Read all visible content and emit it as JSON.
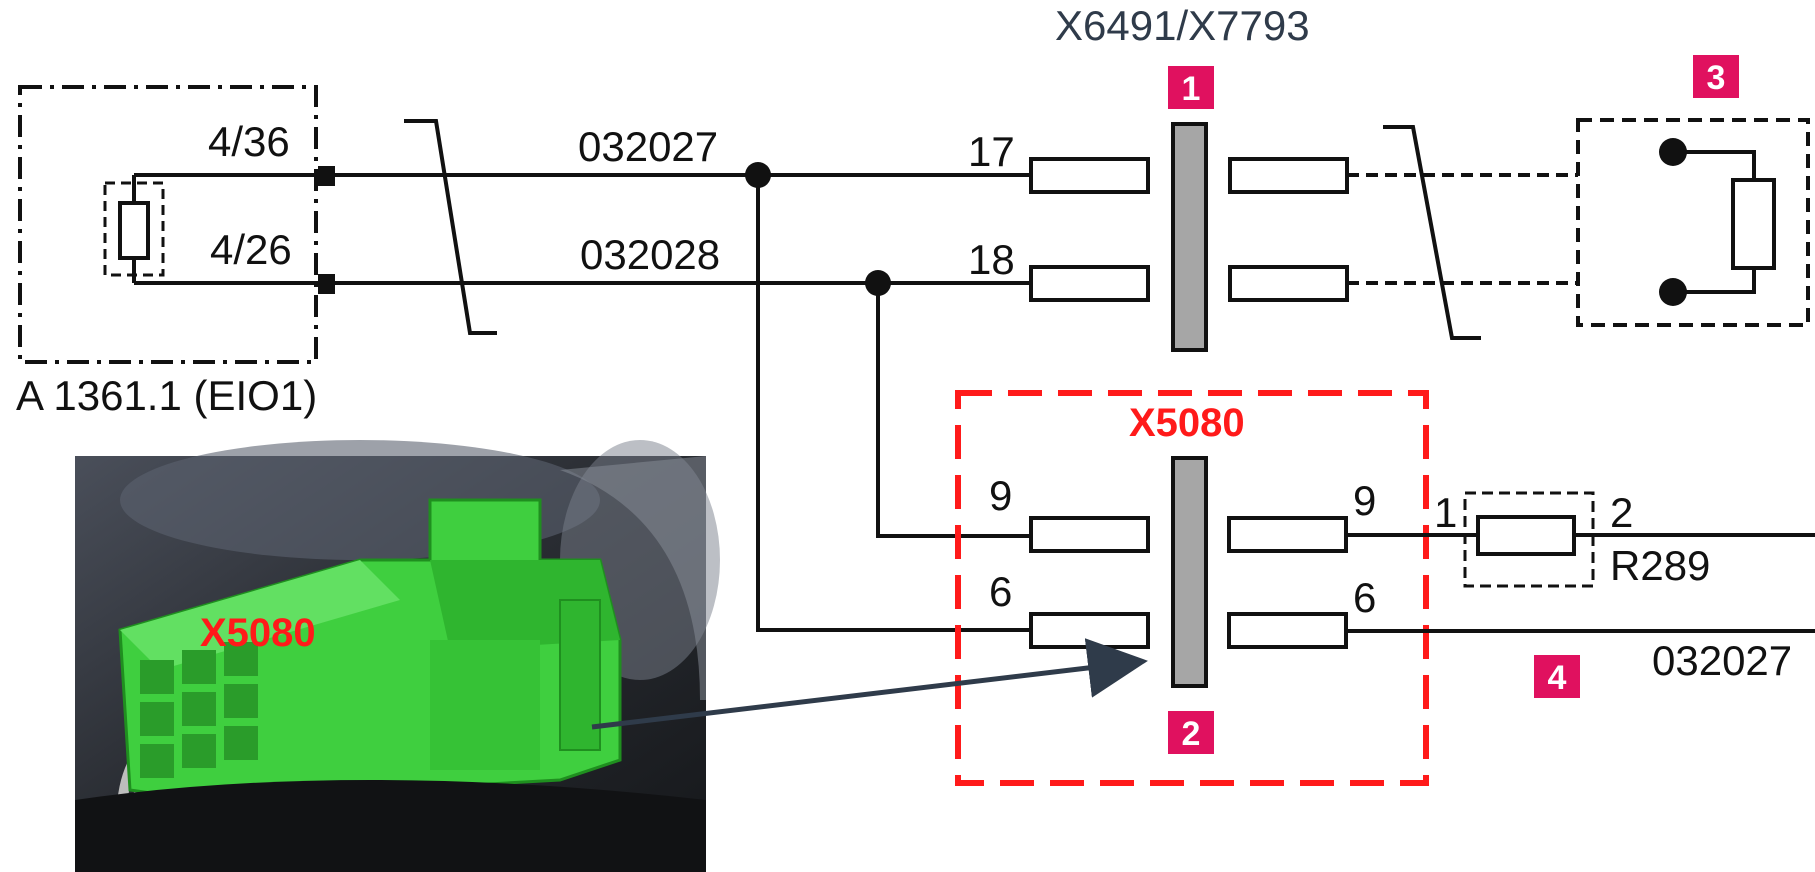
{
  "ecu": {
    "name": "A 1361.1 (EIO1)",
    "pin_top": "4/36",
    "pin_bottom": "4/26"
  },
  "wires": {
    "top": "032027",
    "bottom": "032028",
    "right_bottom": "032027"
  },
  "connector_main": {
    "name": "X6491/X7793",
    "pin_top": "17",
    "pin_bottom": "18"
  },
  "connector_x5080": {
    "name": "X5080",
    "pin_left_top": "9",
    "pin_left_bottom": "6",
    "pin_right_top": "9",
    "pin_right_bottom": "6"
  },
  "resistor": {
    "name": "R289",
    "pin_1": "1",
    "pin_2": "2"
  },
  "badges": [
    "1",
    "2",
    "3",
    "4"
  ],
  "photo": {
    "label": "X5080"
  },
  "colors": {
    "badge": "#e0115f",
    "highlight": "#ff1a1a",
    "connector_body": "#a6a6a6",
    "plug_green": "#3fcf3f",
    "arrow": "#2f3b4a"
  }
}
